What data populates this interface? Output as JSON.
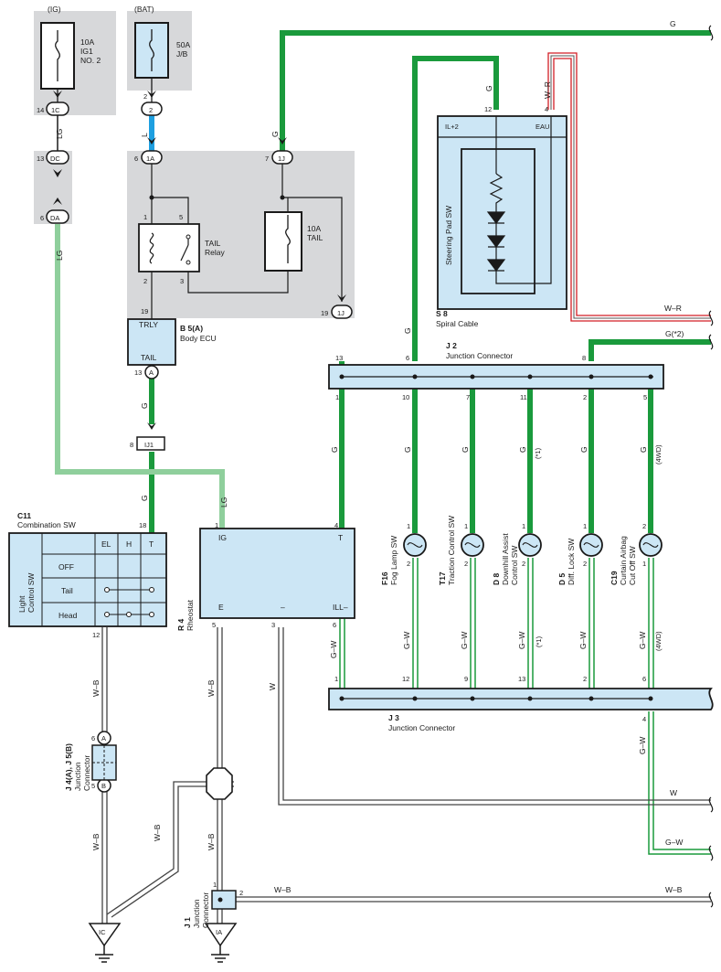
{
  "colors": {
    "green": "#1a9a3c",
    "light_green": "#8fcf9c",
    "blue": "#1e9fe0",
    "red": "#d21f26",
    "gray_box": "#d7d8da",
    "component_fill": "#cce6f5",
    "wire": "#333333"
  },
  "supply": {
    "ig_label": "(IG)",
    "bat_label": "(BAT)",
    "fuse_ig": [
      "10A",
      "IG1",
      "NO. 2"
    ],
    "fuse_bat": [
      "50A",
      "J/B"
    ],
    "fuse_tail": [
      "10A",
      "TAIL"
    ]
  },
  "connectors": {
    "c1c": "1C",
    "c2": "2",
    "cdc": "DC",
    "cda": "DA",
    "c1a": "1A",
    "c1j_top": "1J",
    "c1j_bot": "1J",
    "ca": "A",
    "ij1": "IJ1",
    "ja": "A",
    "jb": "B",
    "ic": "IC",
    "ia": "IA"
  },
  "pins": {
    "p14": "14",
    "p2a": "2",
    "p2b": "2",
    "p13": "13",
    "p6a": "6",
    "p6b": "6",
    "p7": "7",
    "p1": "1",
    "p5": "5",
    "p2c": "2",
    "p3": "3",
    "p19a": "19",
    "p19b": "19",
    "p13b": "13",
    "p8": "8",
    "p18": "18",
    "p12": "12",
    "p1rh": "1",
    "p4rh": "4",
    "p5rh": "5",
    "p3rh": "3",
    "p6rh": "6",
    "p6j": "6",
    "p5j": "5",
    "p1j1": "1",
    "p2j1": "2",
    "p12s": "12",
    "p4s": "4",
    "j2_13": "13",
    "j2_6": "6",
    "j2_8": "8",
    "j2_1": "1",
    "j2_10": "10",
    "j2_7": "7",
    "j2_11": "11",
    "j2_2": "2",
    "j2_5": "5",
    "sw_f16_1": "1",
    "sw_f16_2": "2",
    "sw_t17_1": "1",
    "sw_t17_2": "2",
    "sw_d8_1": "1",
    "sw_d8_2": "2",
    "sw_d5_1": "1",
    "sw_d5_2": "2",
    "sw_c19_2": "2",
    "sw_c19_1": "1",
    "j3_1": "1",
    "j3_12": "12",
    "j3_9": "9",
    "j3_13": "13",
    "j3_2": "2",
    "j3_6": "6",
    "j3_4": "4"
  },
  "wire_labels": {
    "lg1": "LG",
    "lg2": "LG",
    "lg3": "LG",
    "l": "L",
    "g1": "G",
    "g_top": "G",
    "g2": "G",
    "g3": "G",
    "g4": "G",
    "g_sc": "G",
    "wr_top": "W–R",
    "wr_right": "W–R",
    "g2star": "G(*2)",
    "g_sw1": "G",
    "g_sw2": "G",
    "g_sw3": "G",
    "g_sw4": "G",
    "g_sw5": "G",
    "g_sw6": "G",
    "star1a": "(*1)",
    "fwd_a": "(4WD)",
    "gw1": "G–W",
    "gw2": "G–W",
    "gw3": "G–W",
    "gw4": "G–W",
    "gw5": "G–W",
    "gw6": "G–W",
    "star1b": "(*1)",
    "fwd_b": "(4WD)",
    "gw_down": "G–W",
    "gw_right": "G–W",
    "wb1": "W–B",
    "wb2": "W–B",
    "wb3": "W–B",
    "wb4": "W–B",
    "wb5": "W–B",
    "wb6": "W–B",
    "w1": "W",
    "w_right": "W"
  },
  "relay": {
    "label": [
      "TAIL",
      "Relay"
    ]
  },
  "ecu": {
    "code": "B 5(A)",
    "name": "Body ECU",
    "trly": "TRLY",
    "tail": "TAIL"
  },
  "spiral": {
    "code": "S 8",
    "name": "Spiral Cable",
    "il2": "IL+2",
    "eau": "EAU",
    "inner": "Steering Pad SW"
  },
  "j2": {
    "code": "J 2",
    "name": "Junction Connector"
  },
  "j3": {
    "code": "J 3",
    "name": "Junction Connector"
  },
  "combination_sw": {
    "code": "C11",
    "name": "Combination SW",
    "side_label": [
      "Light",
      "Control SW"
    ],
    "columns": [
      "EL",
      "H",
      "T"
    ],
    "rows": [
      "OFF",
      "Tail",
      "Head"
    ]
  },
  "rheostat": {
    "code": "R 4",
    "name": "Rheostat",
    "ig": "IG",
    "t": "T",
    "e": "E",
    "minus": "–",
    "ill": "ILL–"
  },
  "switches": [
    {
      "code": "F16",
      "name": [
        "Fog Lamp SW"
      ]
    },
    {
      "code": "T17",
      "name": [
        "Traction Control SW"
      ]
    },
    {
      "code": "D 8",
      "name": [
        "Downhill Assist",
        "Control SW"
      ]
    },
    {
      "code": "D 5",
      "name": [
        "Diff. Lock SW"
      ]
    },
    {
      "code": "C19",
      "name": [
        "Curtain Airbag",
        "Cut Off SW"
      ]
    }
  ],
  "junction_j4": {
    "code": "J 4(A), J 5(B)",
    "name": [
      "Junction",
      "Connector"
    ]
  },
  "junction_j1": {
    "code": "J 1",
    "name": [
      "Junction",
      "Connector"
    ]
  }
}
